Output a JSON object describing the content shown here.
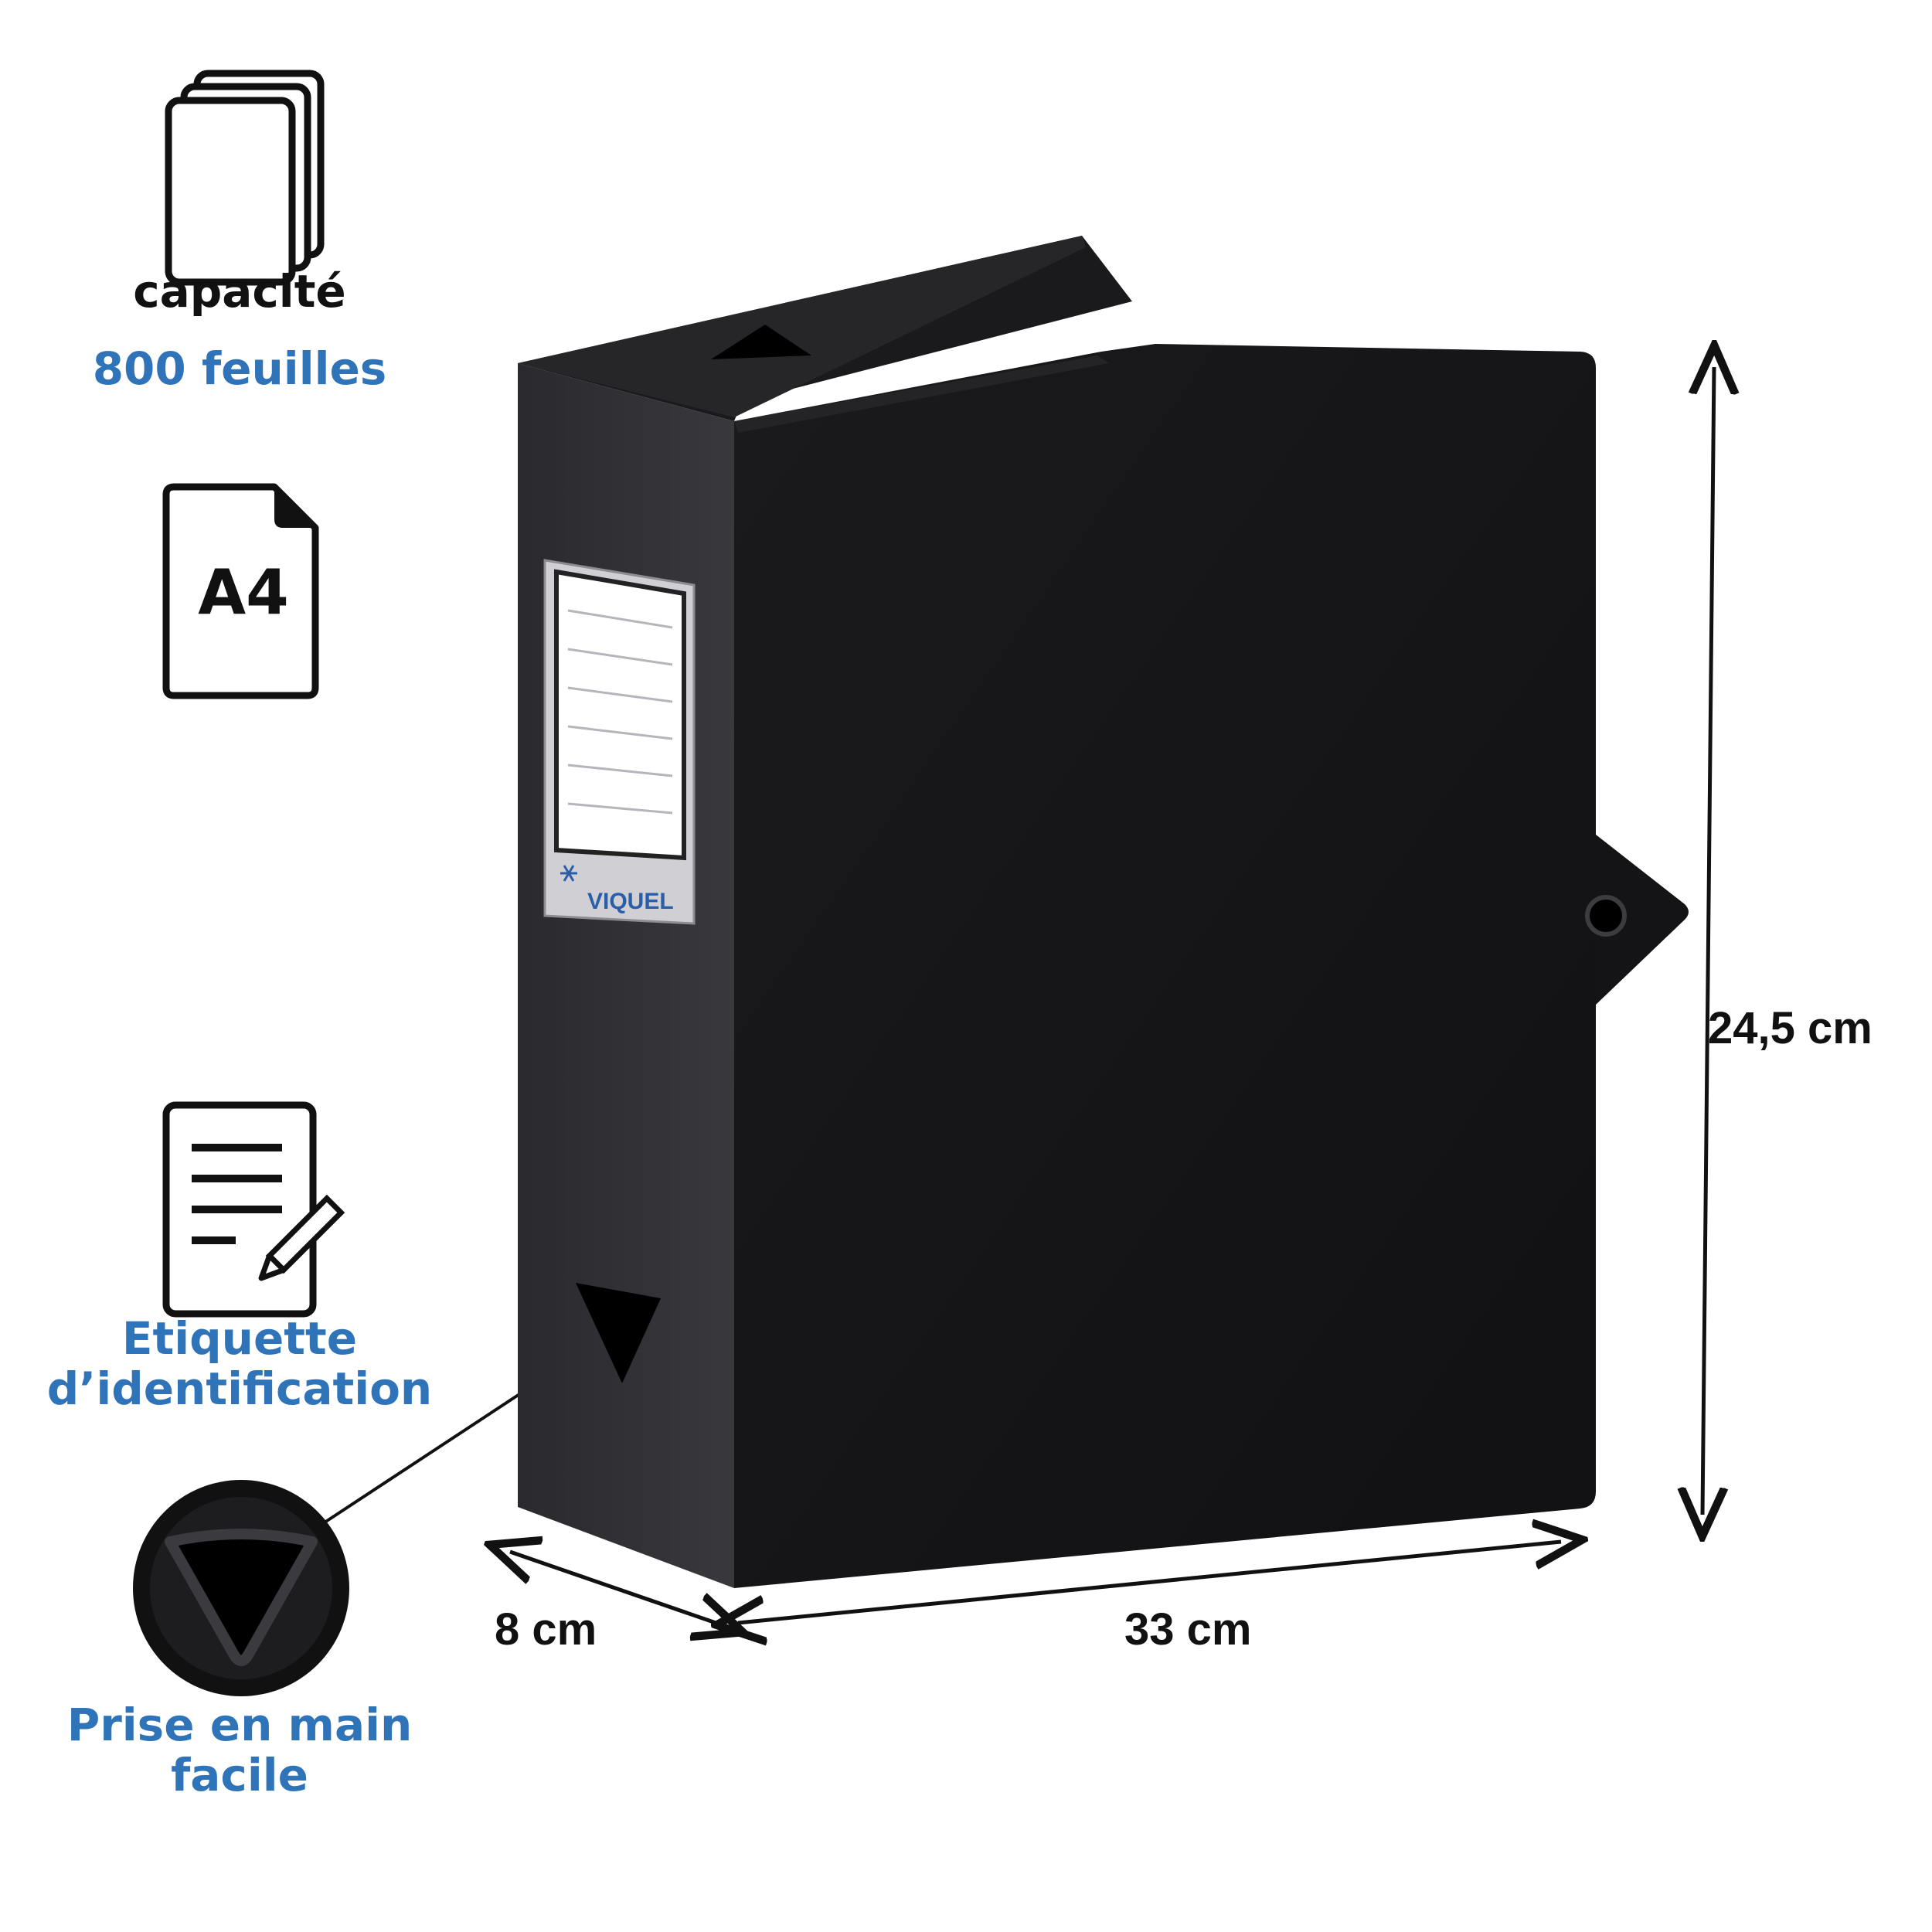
{
  "features": {
    "capacity_label": "capacité",
    "capacity_value": "800 feuilles",
    "paper_format": "A4",
    "label_feature": "Etiquette\nd’identification",
    "grip_feature": "Prise en main\nfacile"
  },
  "product": {
    "brand": "VIQUEL"
  },
  "dimensions": {
    "height": "24,5 cm",
    "depth": "8 cm",
    "width": "33 cm"
  },
  "colors": {
    "accent_blue": "#2f74b9",
    "box_black": "#141416"
  },
  "icons": [
    "document-stack-icon",
    "a4-page-icon",
    "label-edit-icon",
    "grip-hole-icon"
  ]
}
